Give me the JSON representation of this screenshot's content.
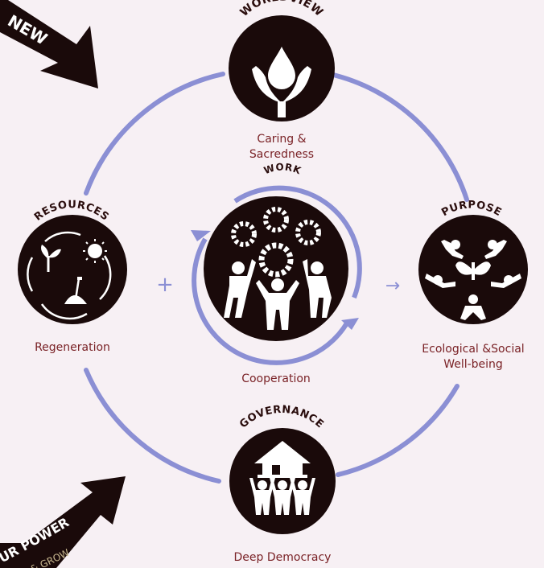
{
  "top_left_arrow": {
    "text": "NEW"
  },
  "bottom_left_arrow": {
    "text": "OUR POWER",
    "subtext": "& GROW"
  },
  "nodes": {
    "worldview": {
      "title": "WORLDVIEW",
      "caption_line1": "Caring &",
      "caption_line2": "Sacredness",
      "icon": "hands-water-drop-icon"
    },
    "work": {
      "title": "WORK",
      "caption": "Cooperation",
      "icon": "people-gears-icon"
    },
    "resources": {
      "title": "RESOURCES",
      "caption": "Regeneration",
      "icon": "regeneration-cycle-icon"
    },
    "purpose": {
      "title": "PURPOSE",
      "caption_line1": "Ecological &Social",
      "caption_line2": "Well-being",
      "icon": "people-butterfly-icon"
    },
    "governance": {
      "title": "GOVERNANCE",
      "caption": "Deep Democracy",
      "icon": "people-lifting-house-icon"
    }
  },
  "operators": {
    "plus": "+",
    "arrow": "→"
  },
  "colors": {
    "background": "#f7f0f4",
    "ring": "#8b8fd4",
    "circle_fill": "#1a0a0a",
    "caption": "#7a2226",
    "arrow_fill": "#1a0a0a"
  }
}
